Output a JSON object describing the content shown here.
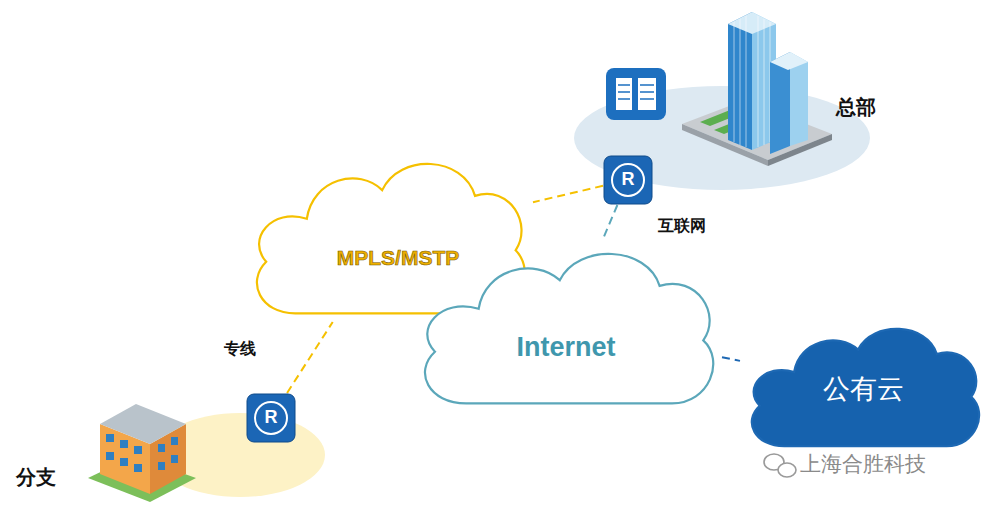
{
  "diagram": {
    "nodes": [
      {
        "text": [
          "MPLS/MSTP"
        ]
      },
      {
        "text": [
          "R"
        ]
      },
      {
        "text": [
          "Internet"
        ]
      },
      {
        "text": [
          "公有云"
        ]
      },
      {
        "text": [
          "R"
        ]
      }
    ],
    "edges": [
      {
        "from": 1,
        "to": 0,
        "arrow": "none"
      },
      {
        "from": 1,
        "to": 2,
        "label": "互联网",
        "arrow": "none"
      },
      {
        "from": 4,
        "to": 0,
        "label": "专线",
        "arrow": "none"
      },
      {
        "from": 2,
        "to": 3,
        "arrow": "none"
      }
    ],
    "labels": [
      "总部",
      "分支",
      "上海合胜科技"
    ]
  }
}
